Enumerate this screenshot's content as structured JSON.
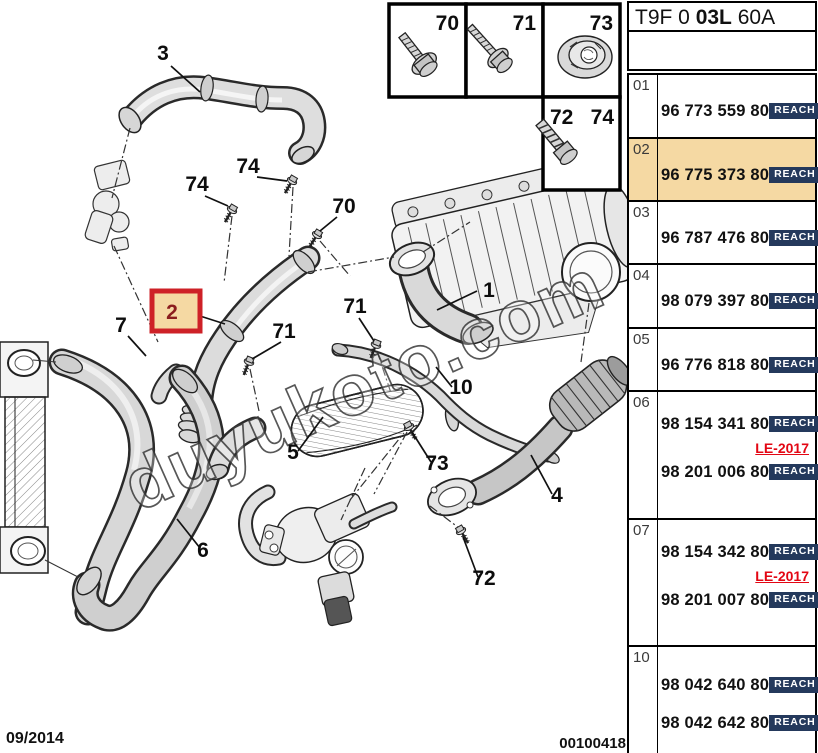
{
  "title": {
    "part1": "T9F 0 ",
    "part2": "03L",
    "part3": " 60A"
  },
  "watermark": "duyukoto.com",
  "footer": {
    "date": "09/2014",
    "doc_number": "00100418"
  },
  "reach_label": "REACH",
  "colors": {
    "highlight": "#F5D9A3",
    "reach_bg": "#24395C",
    "box_red": "#CE2127",
    "box_text": "#8B1D1D",
    "le_red": "#E30613"
  },
  "fastener_box": {
    "cells": [
      "70",
      "71",
      "73"
    ],
    "cell4": [
      "72",
      "74"
    ]
  },
  "diagram": {
    "callouts": [
      "3",
      "74",
      "74",
      "70",
      "2",
      "7",
      "71",
      "71",
      "1",
      "10",
      "5",
      "73",
      "4",
      "6",
      "72"
    ]
  },
  "parts_table": {
    "rows": [
      {
        "num": "01",
        "lines": [
          {
            "pn": "96 773 559 80"
          }
        ]
      },
      {
        "num": "02",
        "lines": [
          {
            "pn": "96 775 373 80"
          }
        ]
      },
      {
        "num": "03",
        "lines": [
          {
            "pn": "96 787 476 80"
          }
        ]
      },
      {
        "num": "04",
        "lines": [
          {
            "pn": "98 079 397 80"
          }
        ]
      },
      {
        "num": "05",
        "lines": [
          {
            "pn": "96 776 818 80"
          }
        ]
      },
      {
        "num": "06",
        "lines": [
          {
            "pn": "98 154 341 80"
          },
          {
            "note": "LE-2017"
          },
          {
            "pn": "98 201 006 80"
          }
        ]
      },
      {
        "num": "07",
        "lines": [
          {
            "pn": "98 154 342 80"
          },
          {
            "note": "LE-2017"
          },
          {
            "pn": "98 201 007 80"
          }
        ]
      },
      {
        "num": "10",
        "lines": [
          {
            "pn": "98 042 640 80"
          },
          {
            "pn": "98 042 642 80"
          }
        ]
      }
    ]
  }
}
